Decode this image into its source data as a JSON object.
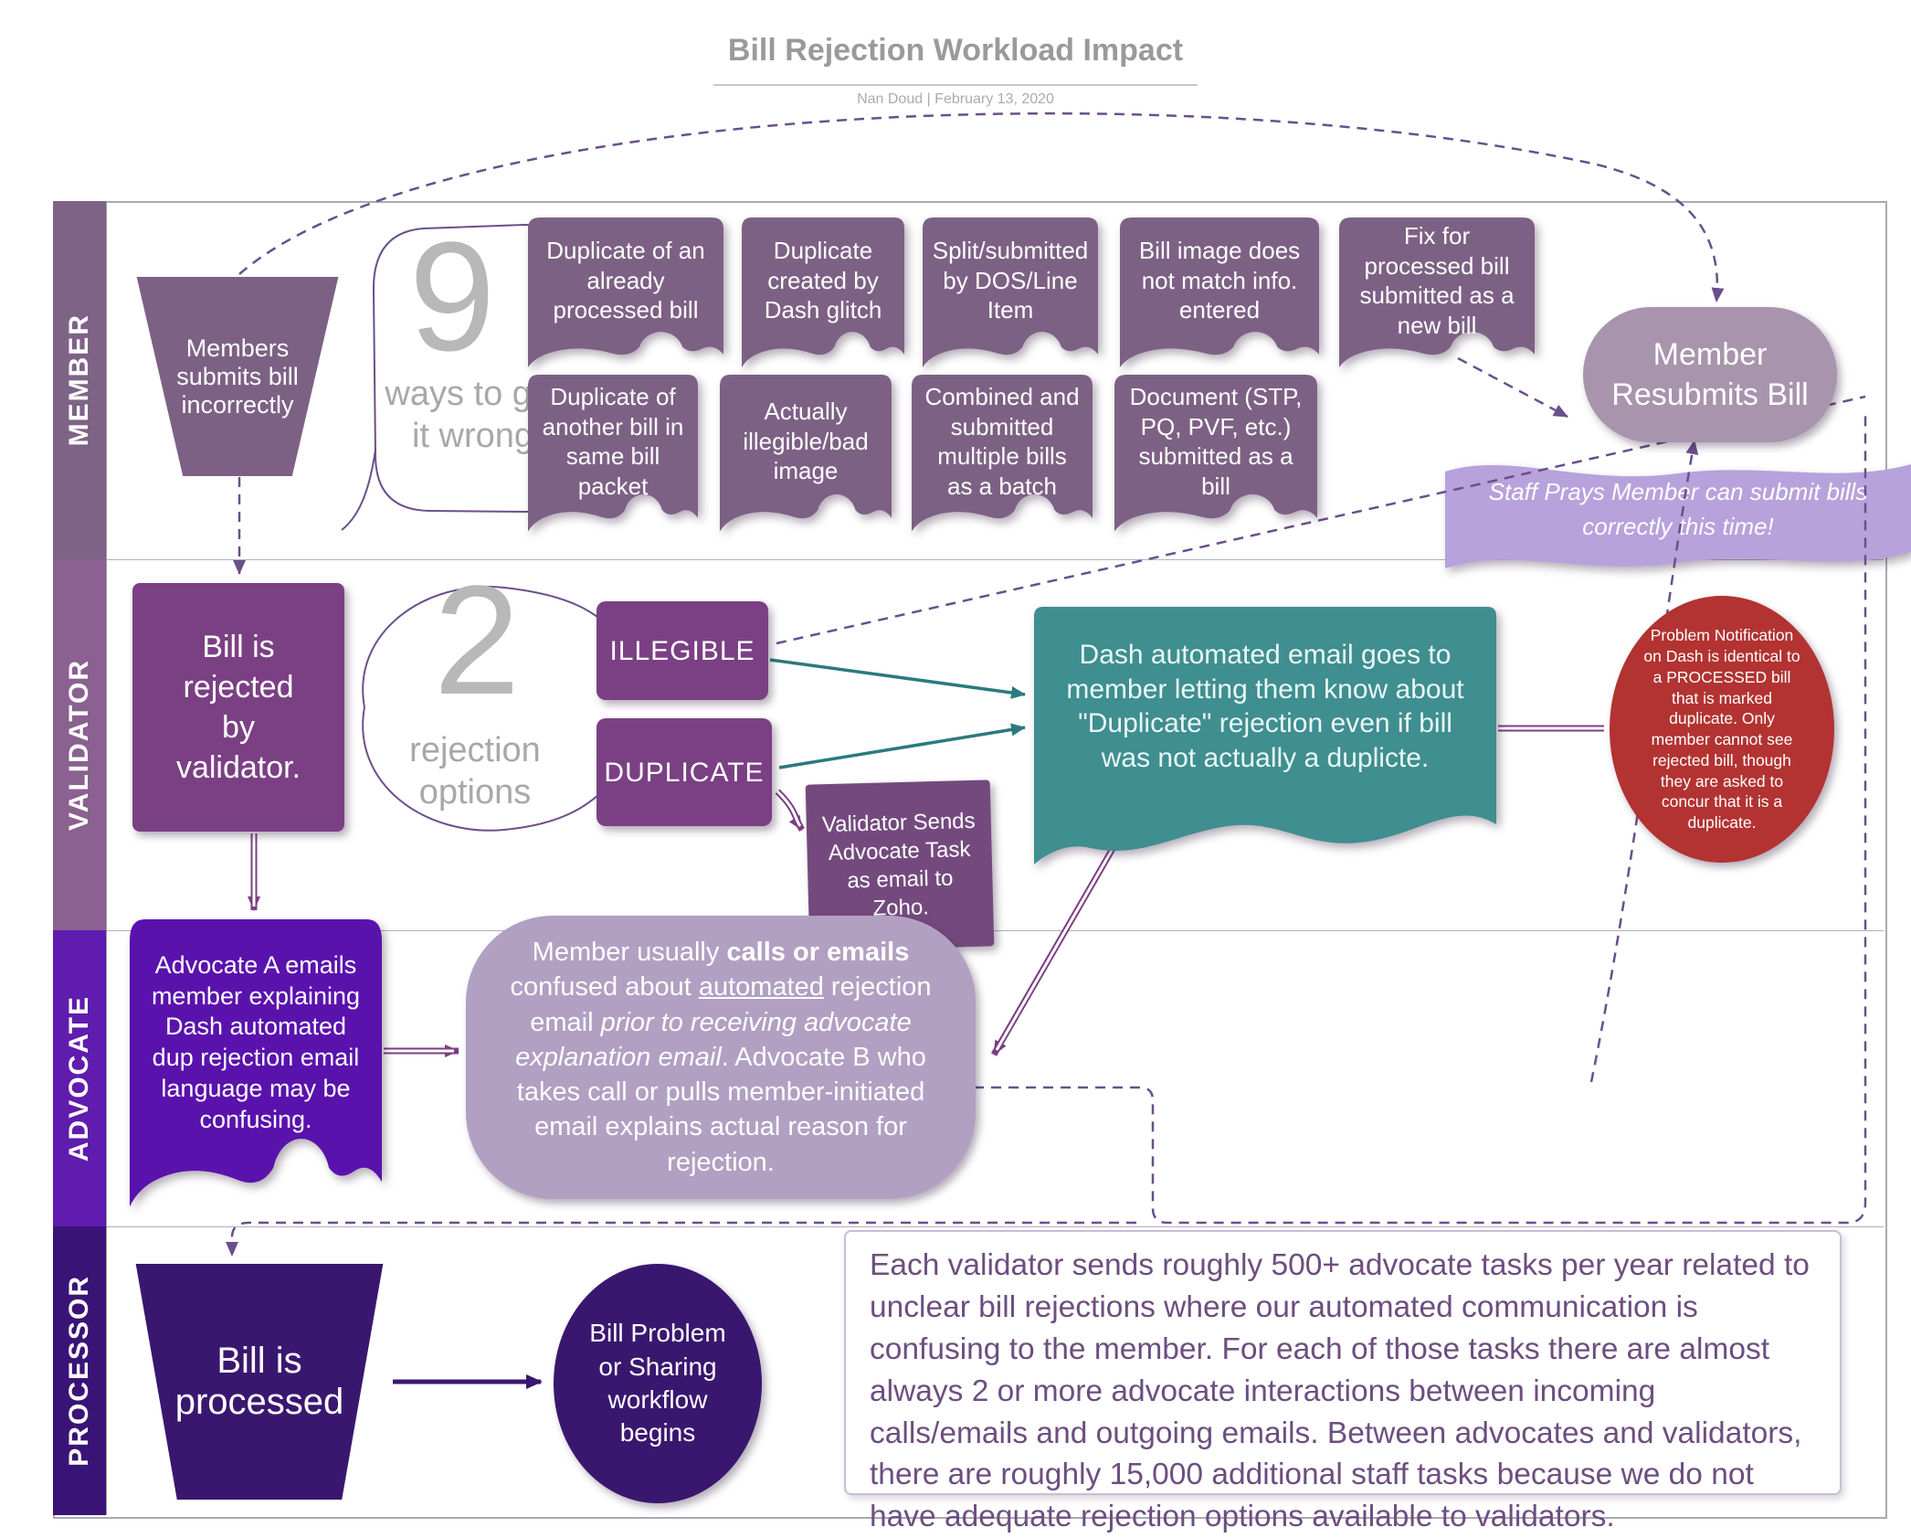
{
  "title": "Bill Rejection Workload Impact",
  "byline": "Nan Doud  |  February 13, 2020",
  "lanes": [
    {
      "label": "MEMBER"
    },
    {
      "label": "VALIDATOR"
    },
    {
      "label": "ADVOCATE"
    },
    {
      "label": "PROCESSOR"
    }
  ],
  "member": {
    "start": "Members submits bill incorrectly",
    "count": "9",
    "count_caption": "ways to get it wrong",
    "reasons_row1": [
      "Duplicate of an already processed bill",
      "Duplicate created by Dash glitch",
      "Split/submitted by DOS/Line Item",
      "Bill image does not match info. entered",
      "Fix  for processed bill submitted as a new bill"
    ],
    "reasons_row2": [
      "Duplicate of another bill in same bill packet",
      "Actually illegible/bad image",
      "Combined and submitted multiple bills as a batch",
      "Document (STP, PQ, PVF, etc.) submitted as a bill"
    ],
    "resubmit": "Member Resubmits Bill",
    "ribbon": "Staff Prays Member can submit bills correctly this time!"
  },
  "validator": {
    "rejected": "Bill is rejected by validator.",
    "count": "2",
    "count_caption": "rejection options",
    "options": [
      "ILLEGIBLE",
      "DUPLICATE"
    ],
    "task": "Validator Sends Advocate Task as email to Zoho.",
    "email_note": "Dash automated email goes to member letting them know about \"Duplicate\" rejection even if bill was not actually a duplicte.",
    "problem_note": "Problem Notification on Dash is identical to a PROCESSED bill that is marked duplicate. Only member cannot see rejected bill, though they are asked to concur that it is a duplicate."
  },
  "advocate": {
    "email_a": "Advocate A emails member explaining Dash automated dup rejection email language may be confusing.",
    "blob_segments": [
      {
        "text": "Member usually "
      },
      {
        "text": "calls or emails",
        "bold": true
      },
      {
        "text": " confused about "
      },
      {
        "text": "automated",
        "underline": true
      },
      {
        "text": " rejection email "
      },
      {
        "text": "prior to receiving advocate explanation email",
        "italic": true
      },
      {
        "text": ". Advocate B who takes call or pulls member-initiated email explains actual reason for rejection."
      }
    ]
  },
  "processor": {
    "processed": "Bill is processed",
    "workflow": "Bill Problem or Sharing workflow begins",
    "summary": "Each validator sends roughly 500+ advocate tasks per year related to unclear bill rejections where our automated communication is confusing to the member. For each of those tasks there are almost always 2 or more advocate interactions between incoming calls/emails and outgoing emails. Between advocates and validators, there are roughly 15,000 additional staff tasks because we do not have adequate rejection options available to validators."
  },
  "colors": {
    "mauve": "#7d6185",
    "purple": "#7b4084",
    "violet": "#5a12ad",
    "indigo": "#39176f",
    "teal": "#3f8e90",
    "teal_dark": "#2b7a7d",
    "red": "#b23331",
    "lilac": "#b1a0c2",
    "pill": "#a894ad",
    "ribbon": "#b7a2dc",
    "lane_member": "#7e6387",
    "lane_validator": "#8a6190",
    "lane_advocate": "#5f1cae",
    "lane_processor": "#3a1377",
    "connector": "#6b4f8a",
    "connector_dark": "#7b3f81",
    "number_gray": "#b8b8b8",
    "summary_text": "#6d4e80"
  }
}
